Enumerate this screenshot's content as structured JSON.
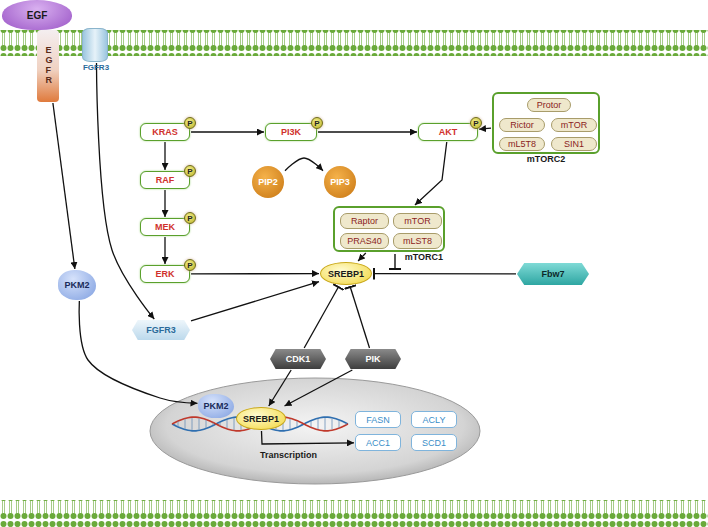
{
  "diagram": {
    "nodes": [
      {
        "text": [
          "EGF"
        ]
      },
      {
        "text": [
          "EGFR"
        ]
      },
      {
        "text": [
          "FGFR3"
        ]
      },
      {
        "text": [
          "KRAS"
        ]
      },
      {
        "text": [
          "PI3K"
        ]
      },
      {
        "text": [
          "AKT"
        ]
      },
      {
        "text": [
          "mTORC2"
        ]
      },
      {
        "text": [
          "Protor"
        ],
        "in": 6
      },
      {
        "text": [
          "Rictor"
        ],
        "in": 6
      },
      {
        "text": [
          "mTOR"
        ],
        "in": 6
      },
      {
        "text": [
          "mL5T8"
        ],
        "in": 6
      },
      {
        "text": [
          "SIN1"
        ],
        "in": 6
      },
      {
        "text": [
          "RAF"
        ]
      },
      {
        "text": [
          "PIP2"
        ]
      },
      {
        "text": [
          "PIP3"
        ]
      },
      {
        "text": [
          "mTORC1"
        ]
      },
      {
        "text": [
          "Raptor"
        ],
        "in": 15
      },
      {
        "text": [
          "mTOR"
        ],
        "in": 15
      },
      {
        "text": [
          "PRAS40"
        ],
        "in": 15
      },
      {
        "text": [
          "mLST8"
        ],
        "in": 15
      },
      {
        "text": [
          "MEK"
        ]
      },
      {
        "text": [
          "ERK"
        ]
      },
      {
        "text": [
          "PKM2"
        ]
      },
      {
        "text": [
          "SREBP1"
        ]
      },
      {
        "text": [
          "Fbw7"
        ]
      },
      {
        "text": [
          "FGFR3"
        ]
      },
      {
        "text": [
          "CDK1"
        ]
      },
      {
        "text": [
          "PIK"
        ]
      },
      {
        "text": [
          "Transcription"
        ]
      },
      {
        "text": [
          "PKM2"
        ],
        "in": 28
      },
      {
        "text": [
          "SREBP1"
        ],
        "in": 28
      },
      {
        "text": [
          "FASN"
        ],
        "in": 28
      },
      {
        "text": [
          "ACLY"
        ],
        "in": 28
      },
      {
        "text": [
          "ACC1"
        ],
        "in": 28
      },
      {
        "text": [
          "SCD1"
        ],
        "in": 28
      }
    ],
    "edges": [
      {
        "from": 1,
        "to": 22,
        "arrow": "to"
      },
      {
        "from": 2,
        "to": 25,
        "arrow": "to"
      },
      {
        "from": 3,
        "to": 4,
        "arrow": "to"
      },
      {
        "from": 3,
        "to": 12,
        "arrow": "to"
      },
      {
        "from": 12,
        "to": 20,
        "arrow": "to"
      },
      {
        "from": 20,
        "to": 21,
        "arrow": "to"
      },
      {
        "from": 4,
        "to": 5,
        "arrow": "to"
      },
      {
        "from": 13,
        "to": 14,
        "arrow": "to"
      },
      {
        "from": 6,
        "to": 5,
        "arrow": "to"
      },
      {
        "from": 5,
        "to": 15,
        "arrow": "to"
      },
      {
        "from": 15,
        "to": 23,
        "arrow": "to"
      },
      {
        "from": 21,
        "to": 23,
        "arrow": "to"
      },
      {
        "from": 25,
        "to": 23,
        "arrow": "to"
      },
      {
        "from": 24,
        "to": 23,
        "arrow": "to"
      },
      {
        "from": 26,
        "to": 23,
        "arrow": "to"
      },
      {
        "from": 27,
        "to": 23,
        "arrow": "to"
      },
      {
        "from": 26,
        "to": 30,
        "arrow": "to"
      },
      {
        "from": 27,
        "to": 30,
        "arrow": "to"
      },
      {
        "from": 22,
        "to": 29,
        "arrow": "to"
      },
      {
        "from": 30,
        "to": 33,
        "arrow": "to"
      }
    ],
    "labels": [
      "P",
      "P",
      "P",
      "P",
      "P",
      "P"
    ]
  }
}
